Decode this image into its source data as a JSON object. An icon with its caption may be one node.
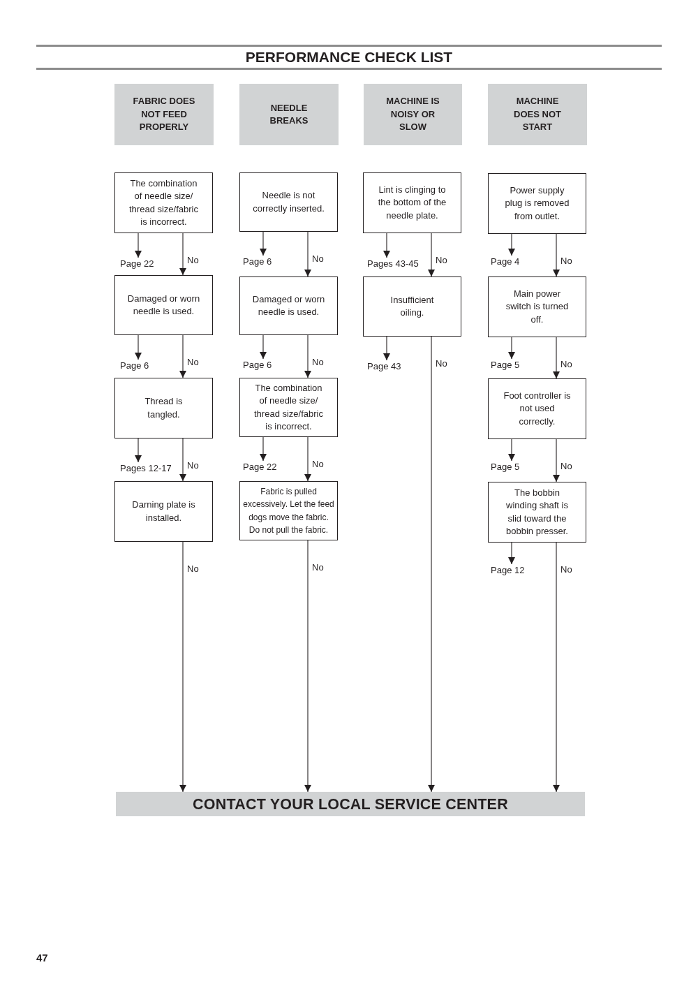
{
  "diagram": {
    "title": "PERFORMANCE CHECK LIST",
    "nodes": [
      {
        "text": [
          "FABRIC DOES NOT FEED PROPERLY"
        ]
      },
      {
        "text": [
          "NEEDLE BREAKS"
        ]
      },
      {
        "text": [
          "MACHINE IS NOISY OR SLOW"
        ]
      },
      {
        "text": [
          "MACHINE DOES NOT START"
        ]
      },
      {
        "text": [
          "The combination of needle size/ thread size/fabric is incorrect."
        ]
      },
      {
        "text": [
          "Page 22"
        ]
      },
      {
        "text": [
          "Damaged or worn needle is used."
        ]
      },
      {
        "text": [
          "Page 6"
        ]
      },
      {
        "text": [
          "Thread is tangled."
        ]
      },
      {
        "text": [
          "Pages 12-17"
        ]
      },
      {
        "text": [
          "Darning plate is installed."
        ]
      },
      {
        "text": [
          "Needle is not correctly inserted."
        ]
      },
      {
        "text": [
          "Page 6"
        ]
      },
      {
        "text": [
          "Damaged or worn needle is used."
        ]
      },
      {
        "text": [
          "Page 6"
        ]
      },
      {
        "text": [
          "The combination of needle size/ thread size/fabric is incorrect."
        ]
      },
      {
        "text": [
          "Page 22"
        ]
      },
      {
        "text": [
          "Fabric is pulled excessively. Let the feed dogs move the fabric. Do not pull the fabric."
        ]
      },
      {
        "text": [
          "Lint is clinging to the bottom of the needle plate."
        ]
      },
      {
        "text": [
          "Pages 43-45"
        ]
      },
      {
        "text": [
          "Insufficient oiling."
        ]
      },
      {
        "text": [
          "Page 43"
        ]
      },
      {
        "text": [
          "Power supply plug is removed from outlet."
        ]
      },
      {
        "text": [
          "Page 4"
        ]
      },
      {
        "text": [
          "Main power switch is turned off."
        ]
      },
      {
        "text": [
          "Page 5"
        ]
      },
      {
        "text": [
          "Foot controller is not used correctly."
        ]
      },
      {
        "text": [
          "Page 5"
        ]
      },
      {
        "text": [
          "The bobbin winding shaft is slid toward the bobbin presser."
        ]
      },
      {
        "text": [
          "Page 12"
        ]
      },
      {
        "text": [
          "CONTACT YOUR LOCAL SERVICE CENTER"
        ]
      }
    ],
    "edges": [
      {
        "from": 4,
        "to": 5,
        "arrow": "to"
      },
      {
        "from": 4,
        "to": 6,
        "arrow": "to",
        "label": "No"
      },
      {
        "from": 6,
        "to": 7,
        "arrow": "to"
      },
      {
        "from": 6,
        "to": 8,
        "arrow": "to",
        "label": "No"
      },
      {
        "from": 8,
        "to": 9,
        "arrow": "to"
      },
      {
        "from": 8,
        "to": 10,
        "arrow": "to",
        "label": "No"
      },
      {
        "from": 10,
        "to": 30,
        "arrow": "to",
        "label": "No"
      },
      {
        "from": 11,
        "to": 12,
        "arrow": "to"
      },
      {
        "from": 11,
        "to": 13,
        "arrow": "to",
        "label": "No"
      },
      {
        "from": 13,
        "to": 14,
        "arrow": "to"
      },
      {
        "from": 13,
        "to": 15,
        "arrow": "to",
        "label": "No"
      },
      {
        "from": 15,
        "to": 16,
        "arrow": "to"
      },
      {
        "from": 15,
        "to": 17,
        "arrow": "to",
        "label": "No"
      },
      {
        "from": 17,
        "to": 30,
        "arrow": "to",
        "label": "No"
      },
      {
        "from": 18,
        "to": 19,
        "arrow": "to"
      },
      {
        "from": 18,
        "to": 20,
        "arrow": "to",
        "label": "No"
      },
      {
        "from": 20,
        "to": 21,
        "arrow": "to"
      },
      {
        "from": 20,
        "to": 30,
        "arrow": "to",
        "label": "No"
      },
      {
        "from": 22,
        "to": 23,
        "arrow": "to"
      },
      {
        "from": 22,
        "to": 24,
        "arrow": "to",
        "label": "No"
      },
      {
        "from": 24,
        "to": 25,
        "arrow": "to"
      },
      {
        "from": 24,
        "to": 26,
        "arrow": "to",
        "label": "No"
      },
      {
        "from": 26,
        "to": 27,
        "arrow": "to"
      },
      {
        "from": 26,
        "to": 28,
        "arrow": "to",
        "label": "No"
      },
      {
        "from": 28,
        "to": 29,
        "arrow": "to"
      },
      {
        "from": 28,
        "to": 30,
        "arrow": "to",
        "label": "No"
      }
    ],
    "labels": [
      "47"
    ]
  }
}
